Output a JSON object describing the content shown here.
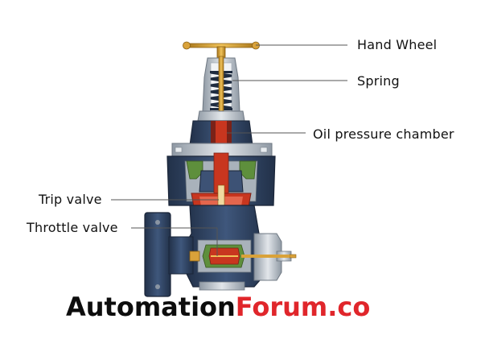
{
  "labels": {
    "hand_wheel": "Hand Wheel",
    "spring": "Spring",
    "oil_pressure_chamber": "Oil pressure chamber",
    "trip_valve": "Trip valve",
    "throttle_valve": "Throttle valve"
  },
  "brand": {
    "part1": "Automation",
    "part2": "Forum.co"
  },
  "colors": {
    "body_dark": "#2c3d57",
    "body_mid": "#3d5275",
    "steel_light": "#c9cfd6",
    "steel_mid": "#9aa3ad",
    "gasket_green": "#5e8f3c",
    "brass": "#c9962e",
    "trip_red": "#c8361f",
    "accent_red": "#e0262b"
  }
}
